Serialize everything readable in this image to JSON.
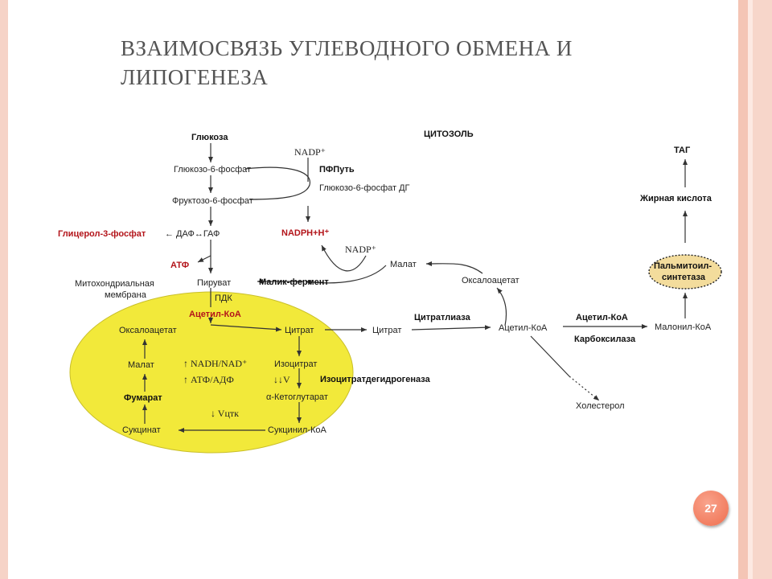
{
  "slide": {
    "title_line1": "ВЗАИМОСВЯЗЬ УГЛЕВОДНОГО ОБМЕНА И",
    "title_line2": "ЛИПОГЕНЕЗА",
    "page_number": "27"
  },
  "diagram": {
    "cytosol": "ЦИТОЗОЛЬ",
    "glucose": "Глюкоза",
    "g6p": "Глюкозо-6-фосфат",
    "f6p": "Фруктозо-6-фосфат",
    "nadp_top": "NADP⁺",
    "ppp": "ПФПуть",
    "g6pdh": "Глюкозо-6-фосфат ДГ",
    "glycerol3p": "Глицерол-3-фосфат",
    "daf_gaf": "← ДАФ↔ГАФ",
    "nadph": "NADPH+H⁺",
    "nadp_mid": "NADP⁺",
    "atp": "АТФ",
    "malate_cyto": "Малат",
    "mito_membrane_1": "Митохондриальная",
    "mito_membrane_2": "мембрана",
    "pyruvate": "Пируват",
    "malic_enzyme": "Малик-фермент",
    "oxaloacetate_cyto": "Оксалоацетат",
    "pdk": "ПДК",
    "acetyl_coa_mito": "Ацетил-КоА",
    "oxaloacetate_mito": "Оксалоацетат",
    "citrate_mito": "Цитрат",
    "citrate_cyto": "Цитрат",
    "citrate_lyase": "Цитратлиаза",
    "acetyl_coa_cyto": "Ацетил-КоА",
    "acetyl_coa_carb": "Ацетил-КоА",
    "carboxylase": "Карбоксилаза",
    "malonyl_coa": "Малонил-КоА",
    "malate_mito": "Малат",
    "nadh_nad": "↑ NADH/NAD⁺",
    "atp_adp": "↑ АТФ/АДФ",
    "isocitrate": "Изоцитрат",
    "v_down": "↓↓V",
    "icdh": "Изоцитратдегидрогеназа",
    "fumarate": "Фумарат",
    "akg": "α-Кетоглутарат",
    "v_tca": "↓ Vцтк",
    "succinate": "Сукцинат",
    "succinyl_coa": "Сукцинил-КоА",
    "cholesterol": "Холестерол",
    "tag": "ТАГ",
    "fatty_acid": "Жирная кислота",
    "palmitoyl_1": "Пальмитоил-",
    "palmitoyl_2": "синтетаза"
  },
  "colors": {
    "mito_fill": "#f2e93a",
    "palmitoyl_fill": "#f3dc9c",
    "accent_red": "#b3141a",
    "badge": "#ef6e4e"
  }
}
